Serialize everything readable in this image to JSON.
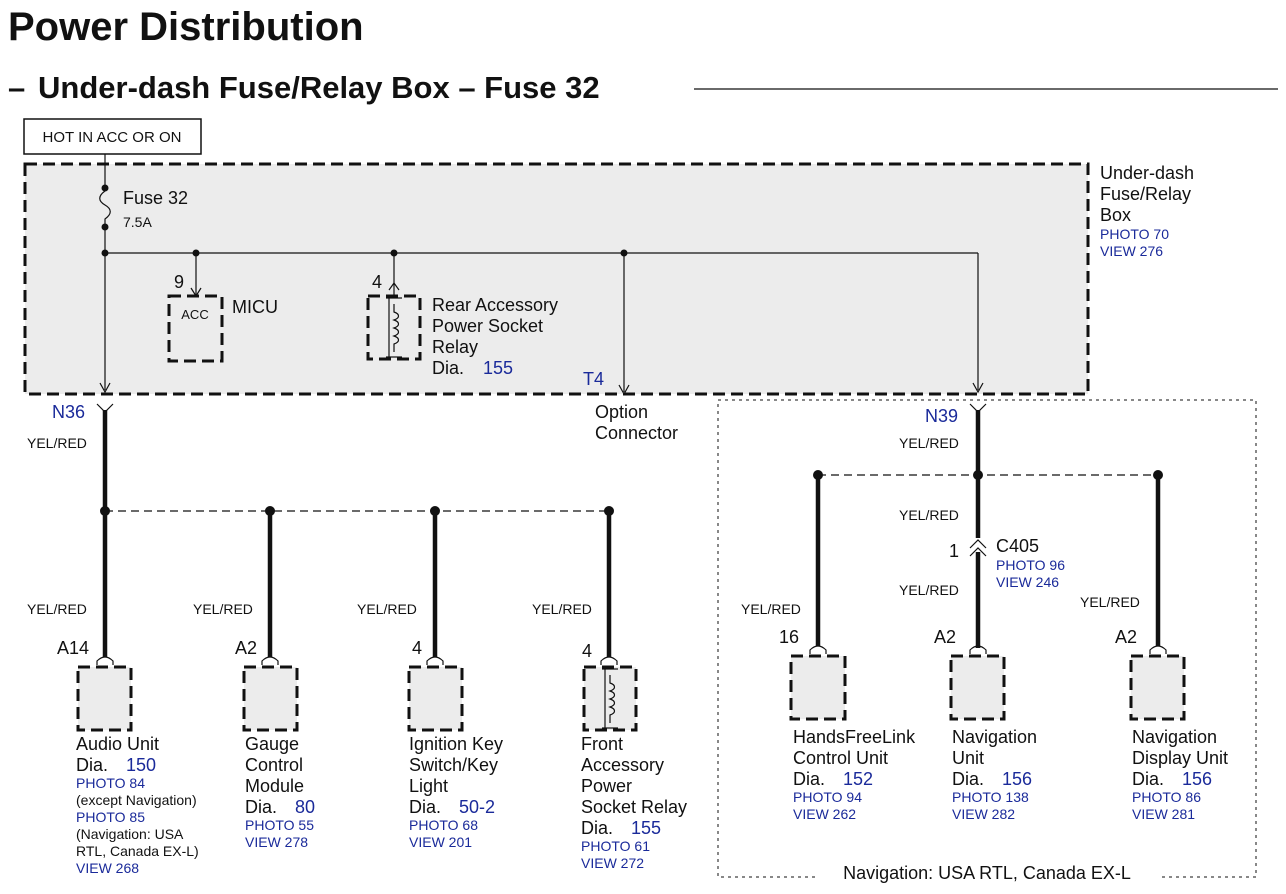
{
  "title": "Power Distribution",
  "subtitle": "Under-dash Fuse/Relay Box – Fuse 32",
  "subtitle_dash": "–",
  "power_label": "HOT IN ACC OR ON",
  "box": {
    "name_line1": "Under-dash",
    "name_line2": "Fuse/Relay",
    "name_line3": "Box",
    "photo": "PHOTO 70",
    "view": "VIEW 276"
  },
  "fuse": {
    "name": "Fuse 32",
    "rating": "7.5A"
  },
  "micu": {
    "pin": "9",
    "inner": "ACC",
    "name": "MICU"
  },
  "rear_relay": {
    "pin": "4",
    "line1": "Rear Accessory",
    "line2": "Power Socket",
    "line3": "Relay",
    "dia_label": "Dia.",
    "dia": "155"
  },
  "option": {
    "pin": "T4",
    "line1": "Option",
    "line2": "Connector"
  },
  "connectors": {
    "left": "N36",
    "right": "N39",
    "c405": "C405",
    "c405_pin": "1",
    "c405_photo": "PHOTO 96",
    "c405_view": "VIEW 246"
  },
  "wire_color": "YEL/RED",
  "components": [
    {
      "pin": "A14",
      "lines": [
        "Audio Unit"
      ],
      "dia_label": "Dia.",
      "dia": "150",
      "refs": [
        "PHOTO 84",
        "(except Navigation)",
        "PHOTO 85",
        "(Navigation: USA",
        "RTL, Canada EX-L)",
        "VIEW 268"
      ]
    },
    {
      "pin": "A2",
      "lines": [
        "Gauge",
        "Control",
        "Module"
      ],
      "dia_label": "Dia.",
      "dia": "80",
      "refs": [
        "PHOTO 55",
        "VIEW 278"
      ]
    },
    {
      "pin": "4",
      "lines": [
        "Ignition Key",
        "Switch/Key",
        "Light"
      ],
      "dia_label": "Dia.",
      "dia": "50-2",
      "refs": [
        "PHOTO 68",
        "VIEW 201"
      ]
    },
    {
      "pin": "4",
      "lines": [
        "Front",
        "Accessory",
        "Power",
        "Socket Relay"
      ],
      "dia_label": "Dia.",
      "dia": "155",
      "refs": [
        "PHOTO 61",
        "VIEW 272"
      ]
    },
    {
      "pin": "16",
      "lines": [
        "HandsFreeLink",
        "Control Unit"
      ],
      "dia_label": "Dia.",
      "dia": "152",
      "refs": [
        "PHOTO 94",
        "VIEW 262"
      ]
    },
    {
      "pin": "A2",
      "lines": [
        "Navigation",
        "Unit"
      ],
      "dia_label": "Dia.",
      "dia": "156",
      "refs": [
        "PHOTO 138",
        "VIEW 282"
      ]
    },
    {
      "pin": "A2",
      "lines": [
        "Navigation",
        "Display Unit"
      ],
      "dia_label": "Dia.",
      "dia": "156",
      "refs": [
        "PHOTO 86",
        "VIEW 281"
      ]
    }
  ],
  "nav_region_label": "Navigation: USA RTL, Canada EX-L",
  "colors": {
    "ink": "#111111",
    "link_blue": "#1a2a9a",
    "box_fill": "#ececec"
  }
}
